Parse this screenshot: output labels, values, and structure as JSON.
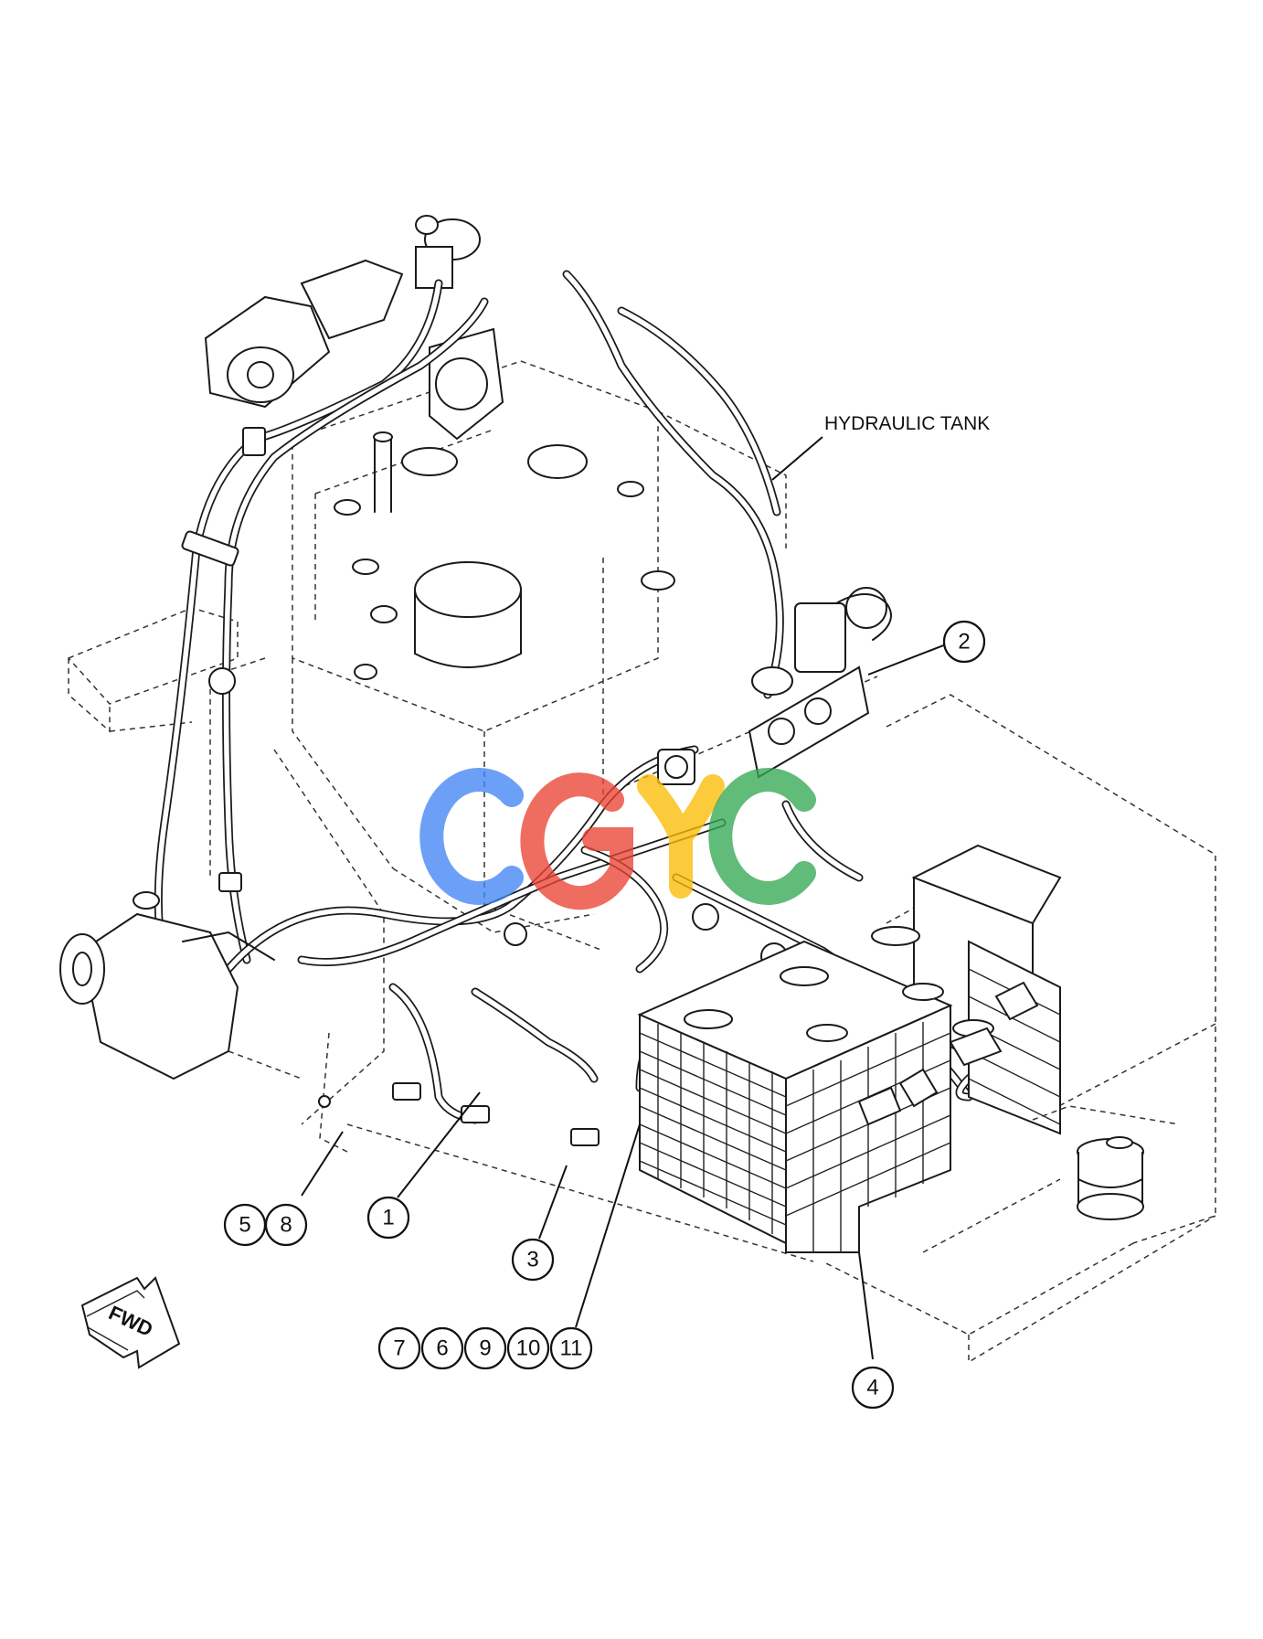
{
  "labels": {
    "hydraulic_tank": "HYDRAULIC TANK",
    "fwd": "FWD"
  },
  "callouts": {
    "c1": "1",
    "c2": "2",
    "c3": "3",
    "c4": "4",
    "c5": "5",
    "c8": "8",
    "c7": "7",
    "c6": "6",
    "c9": "9",
    "c10": "10",
    "c11": "11"
  },
  "watermark": {
    "colors": [
      "#4285F4",
      "#EA4335",
      "#FBBC05",
      "#34A853"
    ]
  }
}
